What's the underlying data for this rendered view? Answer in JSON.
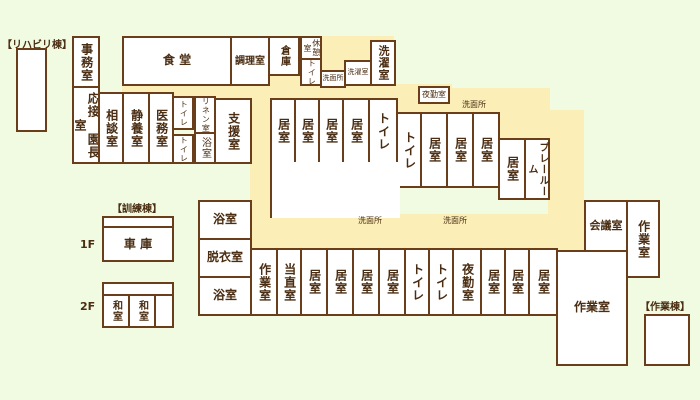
{
  "colors": {
    "background": "#f0fbe2",
    "corridor": "#fbefb7",
    "wall": "#6b3e1b",
    "room": "#ffffff",
    "text": "#4a2d12"
  },
  "buildings": {
    "rehab": "【リハビリ棟】",
    "training": "【訓練棟】",
    "work": "【作業棟】"
  },
  "floors": {
    "f1": "1F",
    "f2": "2F"
  },
  "rooms": {
    "jimushitsu": "事務室",
    "shokudo": "食 堂",
    "choriishitsu": "調理室",
    "soko": "倉庫",
    "kyukeishitsu": "休憩室",
    "toilet_top": "トイレ",
    "senmenjo_top": "洗面所",
    "sentakushitsu_small": "洗濯室",
    "sentakushitsu": "洗濯室",
    "yakinshitsu": "夜勤室",
    "senmenjo_mid": "洗面所",
    "osetsu_enchoshitsu": "応接 園長室",
    "sodanshitsu": "相談室",
    "seiyoshitsu": "静養室",
    "imushitsu": "医務室",
    "toilet_a": "トイレ",
    "toilet_b": "トイレ",
    "linenshitsu": "リネン室",
    "yokushitsu_small": "浴室",
    "shienshitsu": "支援室",
    "kyoshitsu_1": "居室",
    "kyoshitsu_2": "居室",
    "kyoshitsu_3": "居室",
    "kyoshitsu_4": "居室",
    "toilet_c": "トイレ",
    "toilet_d": "トイレ",
    "kyoshitsu_5": "居室",
    "kyoshitsu_6": "居室",
    "kyoshitsu_7": "居室",
    "kyoshitsu_8": "居室",
    "playroom": "プレールーム",
    "senmenjo_low1": "洗面所",
    "senmenjo_low2": "洗面所",
    "kaigishitsu": "会議室",
    "sagyoshitsu_right": "作業室",
    "yokushitsu_1": "浴室",
    "datsuishitsu": "脱衣室",
    "yokushitsu_2": "浴室",
    "sagyoshitsu_small": "作業室",
    "tochokushitsu": "当直室",
    "kyoshitsu_9": "居室",
    "kyoshitsu_10": "居室",
    "kyoshitsu_11": "居室",
    "kyoshitsu_12": "居室",
    "toilet_e": "トイレ",
    "toilet_f": "トイレ",
    "yakinshitsu_2": "夜勤室",
    "kyoshitsu_13": "居室",
    "kyoshitsu_14": "居室",
    "kyoshitsu_15": "居室",
    "sagyoshitsu_big": "作業室",
    "shako": "車 庫",
    "washitsu_1": "和室",
    "washitsu_2": "和室"
  }
}
